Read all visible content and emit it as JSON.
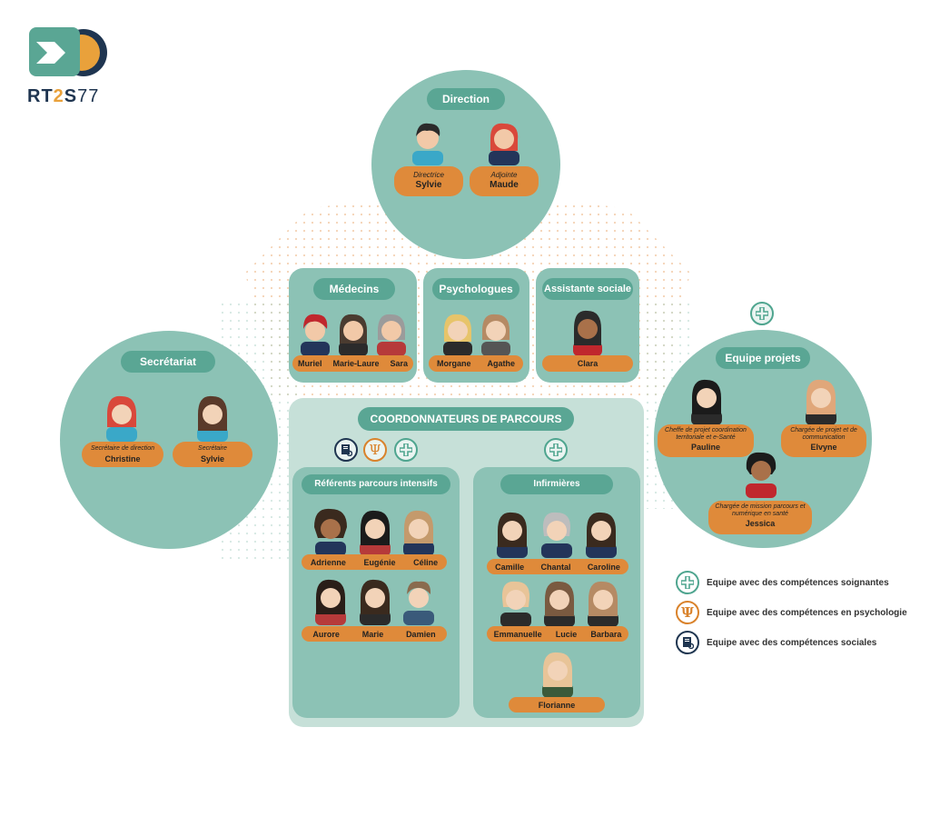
{
  "logo": {
    "text_rt": "RT",
    "text_2": "2",
    "text_s": "S",
    "text_77": "77"
  },
  "direction": {
    "title": "Direction",
    "members": [
      {
        "role": "Directrice",
        "name": "Sylvie"
      },
      {
        "role": "Adjointe",
        "name": "Maude"
      }
    ]
  },
  "medecins": {
    "title": "Médecins",
    "names": [
      "Muriel",
      "Marie-Laure",
      "Sara"
    ]
  },
  "psychologues": {
    "title": "Psychologues",
    "names": [
      "Morgane",
      "Agathe"
    ]
  },
  "assistante": {
    "title": "Assistante sociale",
    "names": [
      "Clara"
    ]
  },
  "secretariat": {
    "title": "Secrétariat",
    "members": [
      {
        "role": "Secrétaire de direction",
        "name": "Christine"
      },
      {
        "role": "Secrétaire",
        "name": "Sylvie"
      }
    ]
  },
  "projets": {
    "title": "Equipe projets",
    "members": [
      {
        "role": "Cheffe de projet coordination territoriale et e-Santé",
        "name": "Pauline"
      },
      {
        "role": "Chargée de projet et de communication",
        "name": "Elvyne"
      },
      {
        "role": "Chargée de mission parcours et numérique en santé",
        "name": "Jessica"
      }
    ]
  },
  "coordonnateurs": {
    "title": "COORDONNATEURS DE PARCOURS"
  },
  "referents": {
    "title": "Référents parcours intensifs",
    "row1": [
      "Adrienne",
      "Eugénie",
      "Céline"
    ],
    "row2": [
      "Aurore",
      "Marie",
      "Damien"
    ]
  },
  "infirmieres": {
    "title": "Infirmières",
    "row1": [
      "Camille",
      "Chantal",
      "Caroline"
    ],
    "row2": [
      "Emmanuelle",
      "Lucie",
      "Barbara"
    ],
    "row3": [
      "Florianne"
    ]
  },
  "legend": [
    {
      "icon": "plus-icon",
      "label": "Equipe avec des compétences soignantes"
    },
    {
      "icon": "psi-icon",
      "label": "Equipe avec des compétences en psychologie"
    },
    {
      "icon": "social-icon",
      "label": "Equipe avec des compétences sociales"
    }
  ],
  "colors": {
    "teal_bg": "#8cc2b5",
    "teal_title": "#5aa694",
    "orange": "#df8a3a",
    "navy": "#1f3550",
    "plus_teal": "#4fa58f",
    "psi_orange": "#d9822b"
  }
}
